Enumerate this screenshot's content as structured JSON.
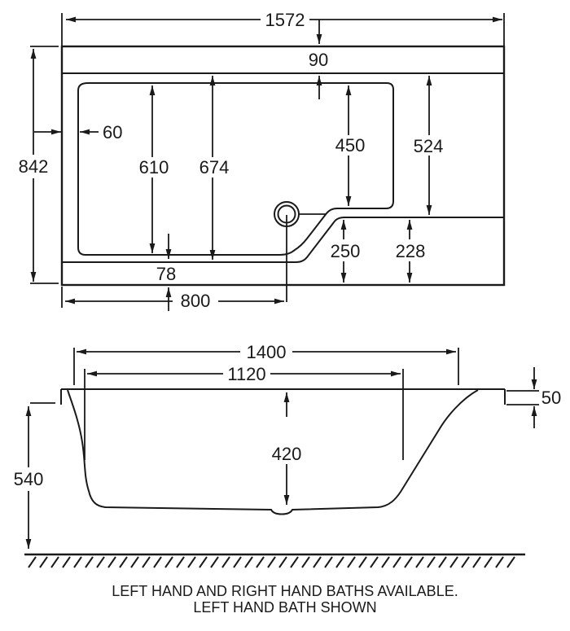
{
  "colors": {
    "line": "#1a1a1a",
    "background": "#ffffff"
  },
  "top_view": {
    "overall_length": "1572",
    "overall_width": "842",
    "top_rim_width": "90",
    "left_rim_width": "60",
    "bath_inner_width": "610",
    "inner_width_incl_rim": "674",
    "step_section_width": "450",
    "shower_end_width": "524",
    "step_to_outer_edge": "250",
    "seat_to_outer_edge": "228",
    "bottom_rim_width": "78",
    "waste_centre_offset": "800"
  },
  "side_view": {
    "top_inner_length": "1400",
    "base_inner_length": "1120",
    "rim_lip_height": "50",
    "inner_depth": "420",
    "overall_height": "540"
  },
  "caption": {
    "line1": "LEFT HAND AND RIGHT HAND BATHS AVAILABLE.",
    "line2": "LEFT HAND BATH SHOWN"
  }
}
